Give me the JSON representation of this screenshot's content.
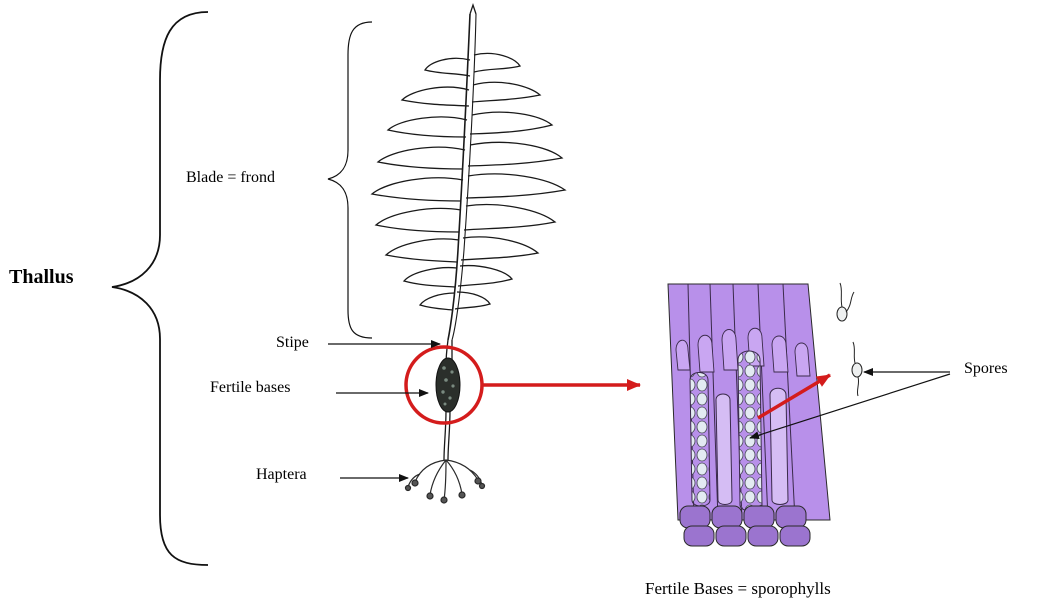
{
  "labels": {
    "thallus": "Thallus",
    "blade": "Blade = frond",
    "stipe": "Stipe",
    "fertile_bases": "Fertile bases",
    "haptera": "Haptera",
    "spores": "Spores",
    "caption": "Fertile Bases = sporophylls"
  },
  "colors": {
    "ink": "#111111",
    "highlight": "#d41c1c",
    "tissue": "#b890ea",
    "tissue_dark": "#8f66c9",
    "spore_cell": "#dfe7ef"
  }
}
